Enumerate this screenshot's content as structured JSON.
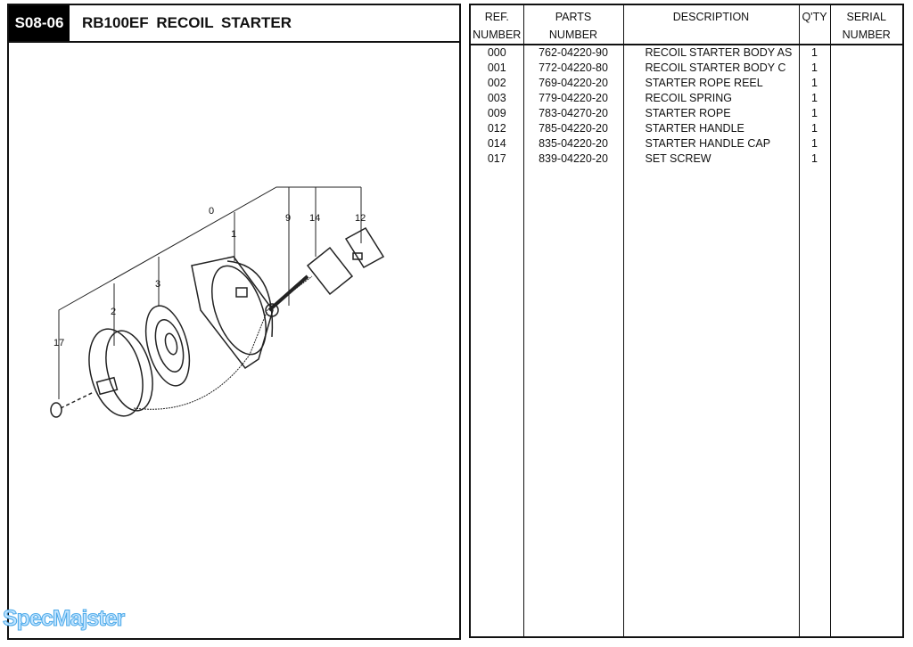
{
  "header": {
    "section_code": "S08-06",
    "title": "RB100EF  RECOIL  STARTER"
  },
  "diagram": {
    "callouts": [
      "0",
      "1",
      "9",
      "14",
      "12",
      "3",
      "2",
      "17"
    ]
  },
  "table": {
    "columns": [
      {
        "line1": "REF.",
        "line2": "NUMBER"
      },
      {
        "line1": "PARTS",
        "line2": "NUMBER"
      },
      {
        "line1": "DESCRIPTION",
        "line2": ""
      },
      {
        "line1": "Q'TY",
        "line2": ""
      },
      {
        "line1": "SERIAL",
        "line2": "NUMBER"
      }
    ],
    "rows": [
      {
        "ref": "000",
        "part": "762-04220-90",
        "desc": "RECOIL STARTER BODY AS",
        "qty": "1",
        "serial": ""
      },
      {
        "ref": "001",
        "part": "772-04220-80",
        "desc": "RECOIL STARTER BODY C",
        "qty": "1",
        "serial": ""
      },
      {
        "ref": "002",
        "part": "769-04220-20",
        "desc": "STARTER ROPE REEL",
        "qty": "1",
        "serial": ""
      },
      {
        "ref": "003",
        "part": "779-04220-20",
        "desc": "RECOIL SPRING",
        "qty": "1",
        "serial": ""
      },
      {
        "ref": "009",
        "part": "783-04270-20",
        "desc": "STARTER ROPE",
        "qty": "1",
        "serial": ""
      },
      {
        "ref": "012",
        "part": "785-04220-20",
        "desc": "STARTER HANDLE",
        "qty": "1",
        "serial": ""
      },
      {
        "ref": "014",
        "part": "835-04220-20",
        "desc": "STARTER HANDLE CAP",
        "qty": "1",
        "serial": ""
      },
      {
        "ref": "017",
        "part": "839-04220-20",
        "desc": "SET SCREW",
        "qty": "1",
        "serial": ""
      }
    ]
  },
  "watermark": "SpecMajster"
}
